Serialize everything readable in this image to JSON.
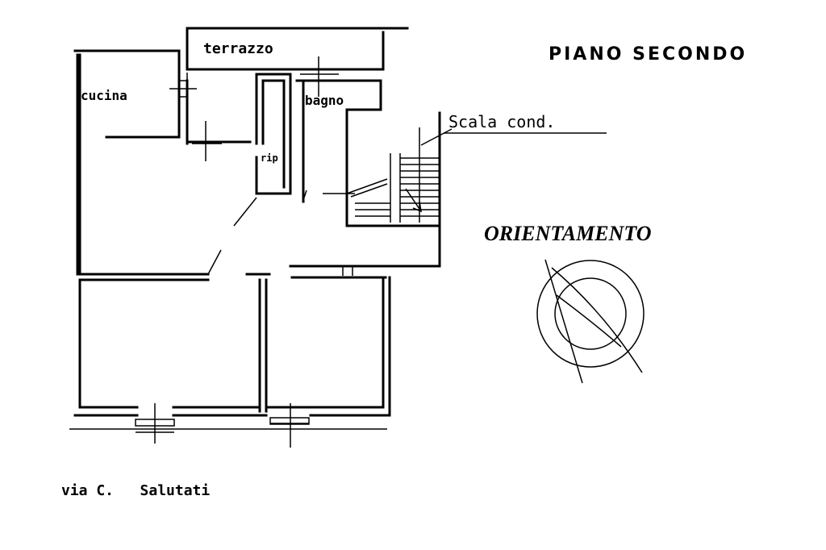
{
  "plan": {
    "title": "PIANO SECONDO",
    "rooms": {
      "terrazzo": "terrazzo",
      "cucina": "cucina",
      "bagno": "bagno",
      "rip": "rip"
    },
    "stair_label": "Scala cond.",
    "orientation_label": "ORIENTAMENTO",
    "street_label": "via C.   Salutati"
  }
}
